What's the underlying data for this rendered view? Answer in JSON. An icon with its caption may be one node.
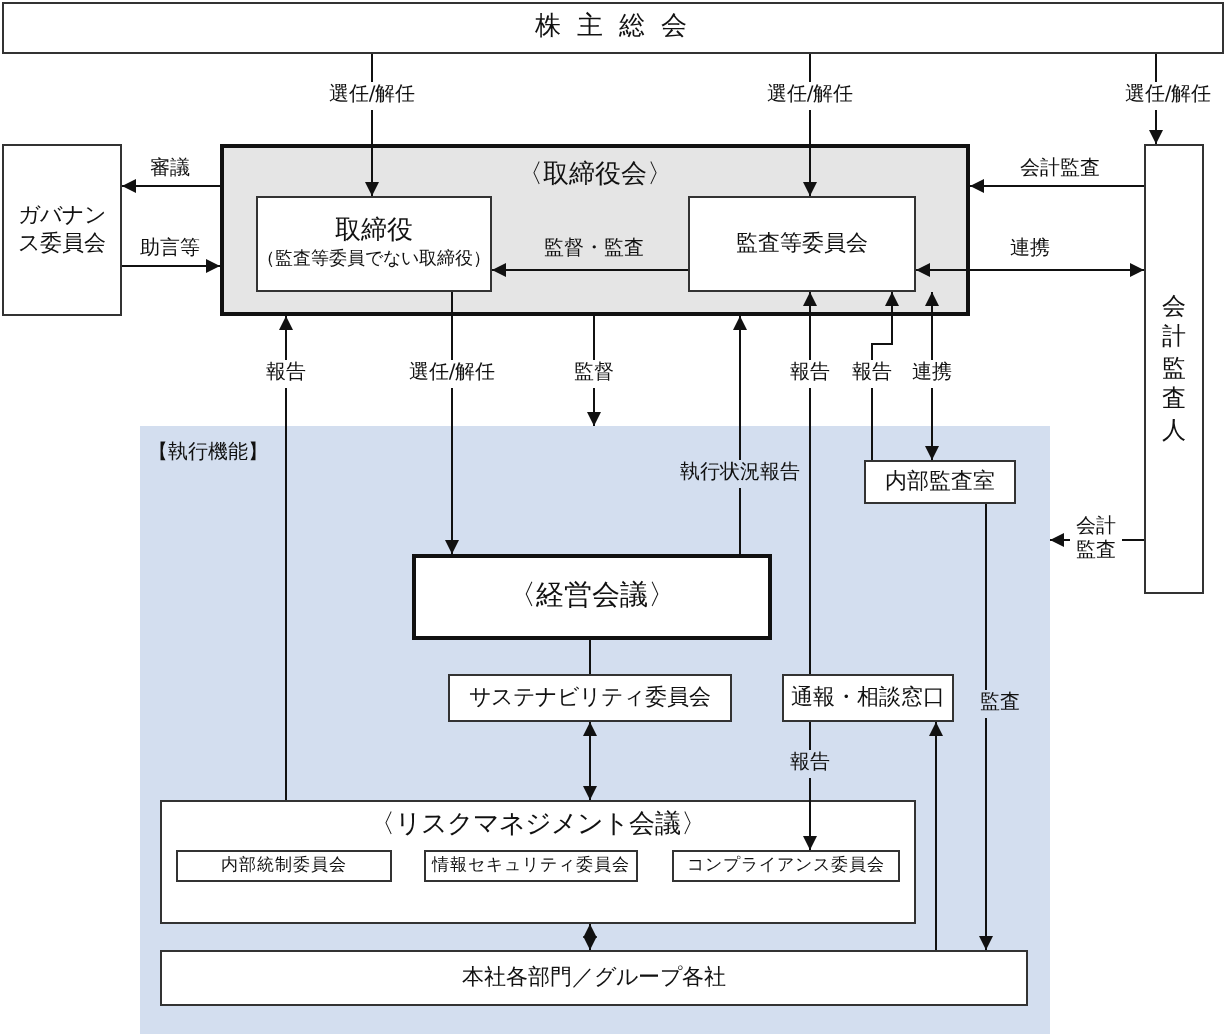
{
  "diagram": {
    "nodes": [
      {
        "text": [
          "株 主 総 会"
        ]
      },
      {
        "text": [
          "ガバナンス委員会"
        ]
      },
      {
        "text": [
          "〈取締役会〉"
        ]
      },
      {
        "text": [
          "取締役",
          "（監査等委員でない取締役）"
        ],
        "in": 2
      },
      {
        "text": [
          "監査等委員会"
        ],
        "in": 2
      },
      {
        "text": [
          "会計監査人"
        ]
      },
      {
        "text": [
          "【執行機能】"
        ]
      },
      {
        "text": [
          "〈経営会議〉"
        ],
        "in": 6
      },
      {
        "text": [
          "サステナビリティ委員会"
        ],
        "in": 6
      },
      {
        "text": [
          "内部監査室"
        ],
        "in": 6
      },
      {
        "text": [
          "通報・相談窓口"
        ],
        "in": 6
      },
      {
        "text": [
          "〈リスクマネジメント会議〉"
        ],
        "in": 6
      },
      {
        "text": [
          "内部統制委員会"
        ],
        "in": 11
      },
      {
        "text": [
          "情報セキュリティ委員会"
        ],
        "in": 11
      },
      {
        "text": [
          "コンプライアンス委員会"
        ],
        "in": 11
      },
      {
        "text": [
          "本社各部門／グループ各社"
        ],
        "in": 6
      }
    ],
    "edges": [
      {
        "from": 0,
        "to": 3,
        "arrow": "to",
        "label": "選任/解任"
      },
      {
        "from": 0,
        "to": 4,
        "arrow": "to",
        "label": "選任/解任"
      },
      {
        "from": 0,
        "to": 5,
        "arrow": "to",
        "label": "選任/解任"
      },
      {
        "from": 2,
        "to": 1,
        "arrow": "to",
        "label": "審議"
      },
      {
        "from": 1,
        "to": 2,
        "arrow": "to",
        "label": "助言等"
      },
      {
        "from": 5,
        "to": 2,
        "arrow": "to",
        "label": "会計監査"
      },
      {
        "from": 4,
        "to": 3,
        "arrow": "to",
        "label": "監督・監査"
      },
      {
        "from": 4,
        "to": 5,
        "arrow": "both",
        "label": "連携"
      },
      {
        "from": 11,
        "to": 2,
        "arrow": "to",
        "label": "報告"
      },
      {
        "from": 3,
        "to": 7,
        "arrow": "to",
        "label": "選任/解任"
      },
      {
        "from": 2,
        "to": 6,
        "arrow": "to",
        "label": "監督"
      },
      {
        "from": 7,
        "to": 2,
        "arrow": "to",
        "label": "執行状況報告"
      },
      {
        "from": 10,
        "to": 4,
        "arrow": "to",
        "label": "報告"
      },
      {
        "from": 9,
        "to": 4,
        "arrow": "to",
        "label": "報告"
      },
      {
        "from": 4,
        "to": 9,
        "arrow": "both",
        "label": "連携"
      },
      {
        "from": 5,
        "to": 6,
        "arrow": "to",
        "label": "会計監査"
      },
      {
        "from": 9,
        "to": 15,
        "arrow": "to",
        "label": "監査"
      },
      {
        "from": 15,
        "to": 10,
        "arrow": "to"
      },
      {
        "from": 10,
        "to": 14,
        "arrow": "to",
        "label": "報告"
      },
      {
        "from": 7,
        "to": 8,
        "arrow": "none"
      },
      {
        "from": 8,
        "to": 11,
        "arrow": "both"
      },
      {
        "from": 11,
        "to": 15,
        "arrow": "both"
      }
    ]
  }
}
